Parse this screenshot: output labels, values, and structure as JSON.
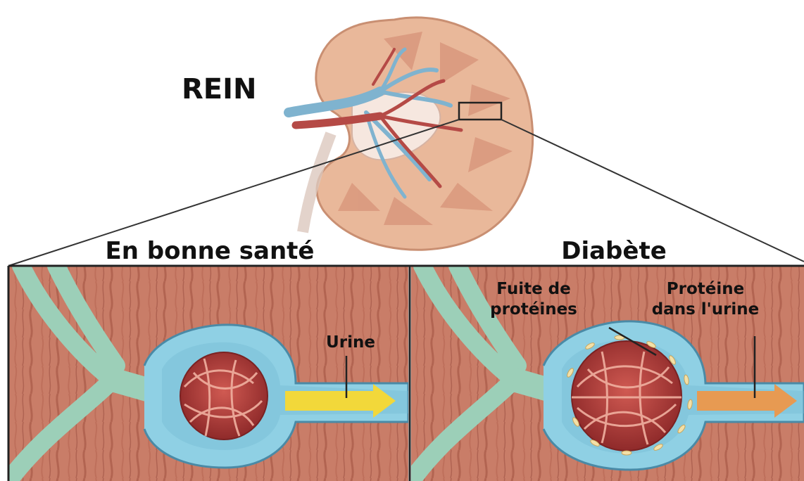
{
  "labels": {
    "organ": "REIN",
    "healthy_panel_title": "En bonne santé",
    "diabetes_panel_title": "Diabète",
    "urine": "Urine",
    "protein_leak_line1": "Fuite de",
    "protein_leak_line2": "protéines",
    "protein_urine_line1": "Protéine",
    "protein_urine_line2": "dans l'urine"
  },
  "colors": {
    "kidney_tissue": "#e9b89a",
    "kidney_outline": "#c98f72",
    "pyramid": "#d9987d",
    "vein": "#7fb3cf",
    "artery": "#b54a46",
    "panel_bg": "#c97d68",
    "muscle_stripe": "#a85a48",
    "capsule": "#8fd0e4",
    "capsule_outline": "#4a8aa6",
    "vessel_green": "#9ccfb8",
    "glomerulus": "#b23a3a",
    "urine_arrow": "#f2d83a",
    "protein_arrow": "#e79a52",
    "frame": "#222222"
  }
}
